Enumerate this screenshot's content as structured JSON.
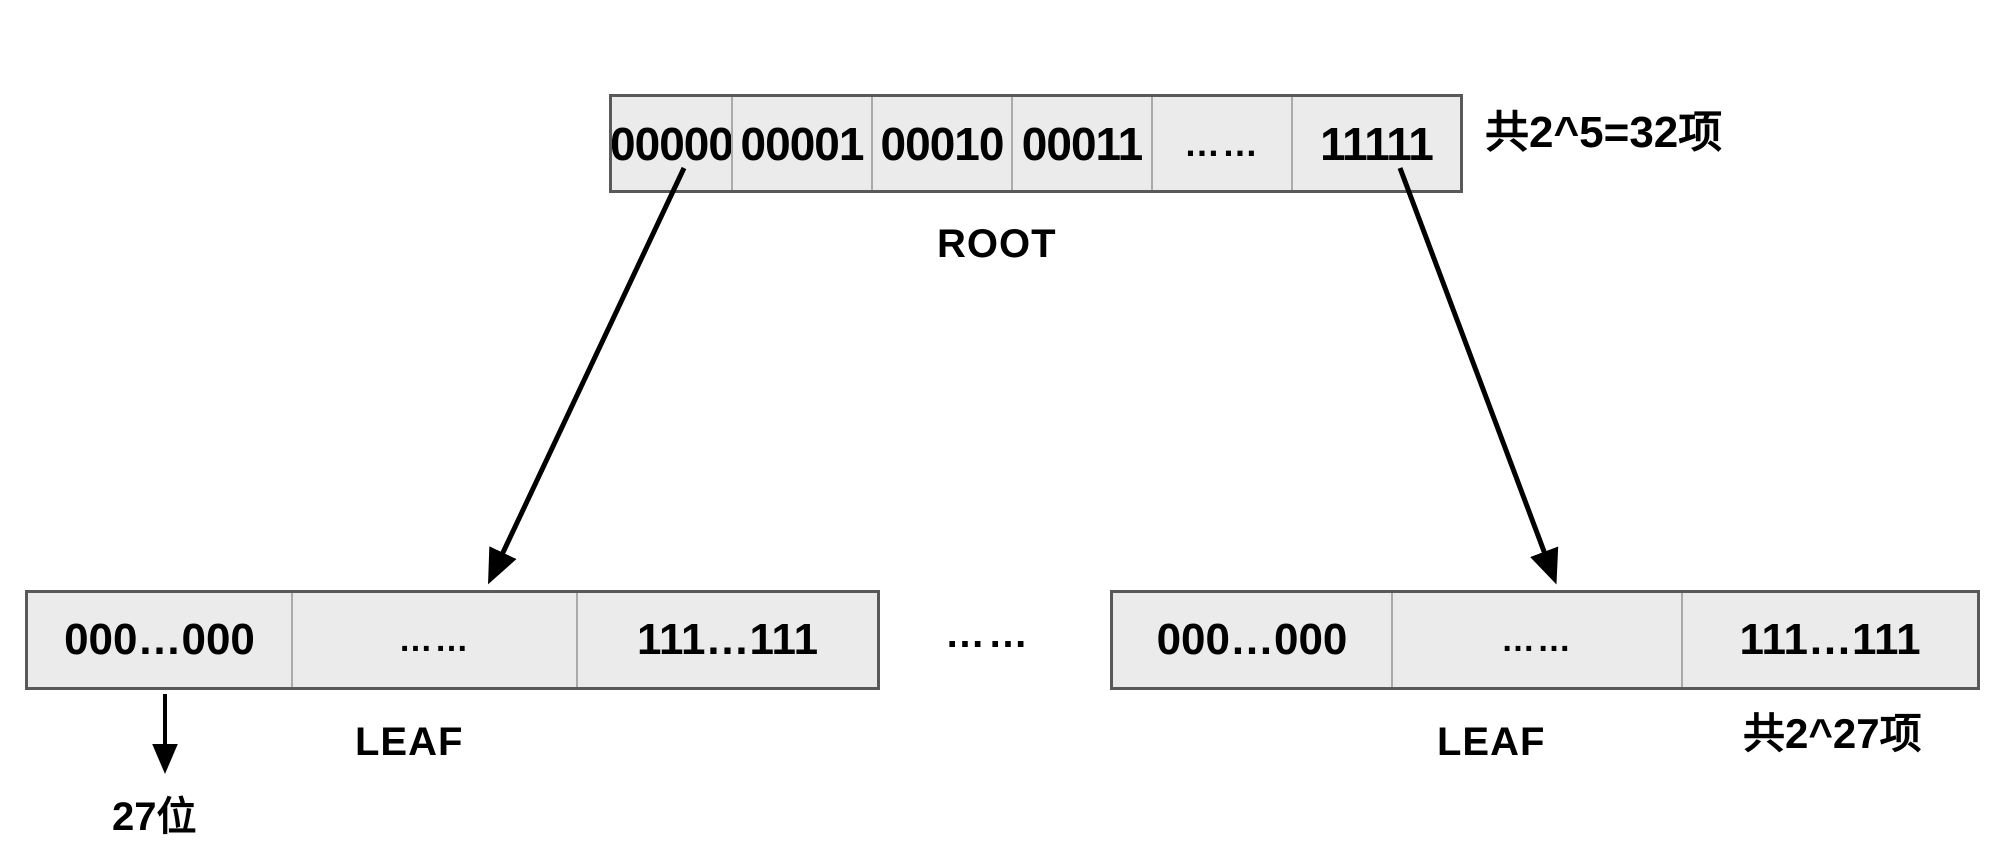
{
  "diagram": {
    "title": "Trie index structure: ROOT table and LEAF tables",
    "colors": {
      "box_fill": "#ebebeb",
      "box_border": "#595959",
      "cell_divider": "#aaaaaa",
      "text": "#000000",
      "arrow": "#000000",
      "background": "#ffffff"
    }
  },
  "root": {
    "name_label": "ROOT",
    "count_label": "共2^5=32项",
    "cells": [
      {
        "label": "00000",
        "kind": "value"
      },
      {
        "label": "00001",
        "kind": "value"
      },
      {
        "label": "00010",
        "kind": "value"
      },
      {
        "label": "00011",
        "kind": "value"
      },
      {
        "label": "……",
        "kind": "ellipsis"
      },
      {
        "label": "11111",
        "kind": "value"
      }
    ]
  },
  "leaves": {
    "between_ellipsis": "……",
    "count_label": "共2^27项",
    "bits_label": "27位",
    "left": {
      "name_label": "LEAF",
      "cells": [
        {
          "label": "000…000",
          "kind": "value"
        },
        {
          "label": "……",
          "kind": "ellipsis"
        },
        {
          "label": "111…111",
          "kind": "value"
        }
      ]
    },
    "right": {
      "name_label": "LEAF",
      "cells": [
        {
          "label": "000…000",
          "kind": "value"
        },
        {
          "label": "……",
          "kind": "ellipsis"
        },
        {
          "label": "111…111",
          "kind": "value"
        }
      ]
    }
  },
  "connectors": [
    {
      "name": "root-first-cell-to-left-leaf",
      "from": "root.cells.0",
      "to": "leaves.left"
    },
    {
      "name": "root-last-cell-to-right-leaf",
      "from": "root.cells.5",
      "to": "leaves.right"
    },
    {
      "name": "left-leaf-first-cell-to-bits",
      "from": "leaves.left.cells.0",
      "to": "leaves.bits_label"
    }
  ]
}
